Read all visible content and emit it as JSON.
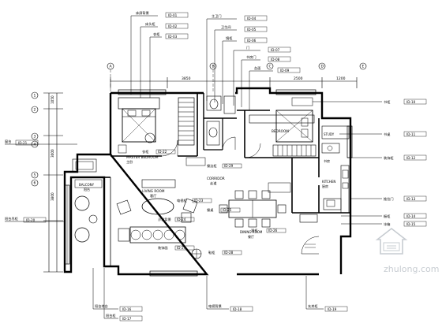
{
  "rooms": {
    "master_bedroom": "MASTER BEDROOM",
    "master_bedroom_cn": "主卧",
    "bedroom": "BEDROOM",
    "corridor": "CORRIDOR",
    "corridor_cn": "走道",
    "balcony": "BALCONY",
    "balcony_cn": "阳台",
    "living_room": "LIVING ROOM",
    "living_room_cn": "客厅",
    "dining_room": "DINING ROOM",
    "dining_room_cn": "餐厅",
    "kitchen": "KITCHEN",
    "kitchen_cn": "厨房",
    "study": "STUDY",
    "study_cn": "书房"
  },
  "callouts_top": [
    {
      "label": "床屏背景",
      "ref": "ID-01"
    },
    {
      "label": "床头柜",
      "ref": "ID-02"
    },
    {
      "label": "衣柜",
      "ref": "ID-03"
    },
    {
      "label": "主卫门",
      "ref": "ID-04"
    },
    {
      "label": "卫生间",
      "ref": "ID-05"
    },
    {
      "label": "镜柜",
      "ref": "ID-06"
    },
    {
      "label": "门",
      "ref": "ID-07"
    },
    {
      "label": "书房门",
      "ref": "ID-08"
    },
    {
      "label": "台面",
      "ref": "ID-09"
    }
  ],
  "callouts_right": [
    {
      "label": "书柜",
      "ref": "ID-10"
    },
    {
      "label": "书桌",
      "ref": "ID-11"
    },
    {
      "label": "装饰柜",
      "ref": "ID-12"
    },
    {
      "label": "推拉门",
      "ref": "ID-13"
    },
    {
      "label": "橱柜",
      "ref": "ID-14"
    },
    {
      "label": "冰箱",
      "ref": "ID-15"
    }
  ],
  "callouts_bottom": [
    {
      "label": "阳台地台",
      "ref": "ID-16"
    },
    {
      "label": "阳台柜",
      "ref": "ID-17"
    },
    {
      "label": "电视背景",
      "ref": "ID-18"
    },
    {
      "label": "玄关柜",
      "ref": "ID-19"
    }
  ],
  "callouts_left": [
    {
      "label": "阳台吊柜",
      "ref": "ID-20"
    },
    {
      "label": "窗台",
      "ref": "ID-21"
    }
  ],
  "callouts_mid": [
    {
      "label": "衣柜",
      "ref": "ID-22"
    },
    {
      "label": "电视柜",
      "ref": "ID-23"
    },
    {
      "label": "沙发背景",
      "ref": "ID-24"
    },
    {
      "label": "餐桌",
      "ref": "ID-25"
    },
    {
      "label": "酒柜",
      "ref": "ID-26"
    },
    {
      "label": "装饰画",
      "ref": "ID-27"
    },
    {
      "label": "鞋柜",
      "ref": "ID-28"
    },
    {
      "label": "餐边柜",
      "ref": "ID-29"
    }
  ],
  "dims_top": [
    "3850",
    "2500",
    "1200"
  ],
  "dims_left": [
    "1050",
    "3000",
    "3800"
  ],
  "grid_marks_top": [
    "A",
    "B",
    "C",
    "D",
    "E"
  ],
  "grid_marks_left": [
    "1",
    "2",
    "3",
    "4",
    "5",
    "6"
  ],
  "watermark": "zhulong.com",
  "colors": {
    "line": "#000000",
    "watermark": "#9aa3ad",
    "background": "#ffffff"
  }
}
